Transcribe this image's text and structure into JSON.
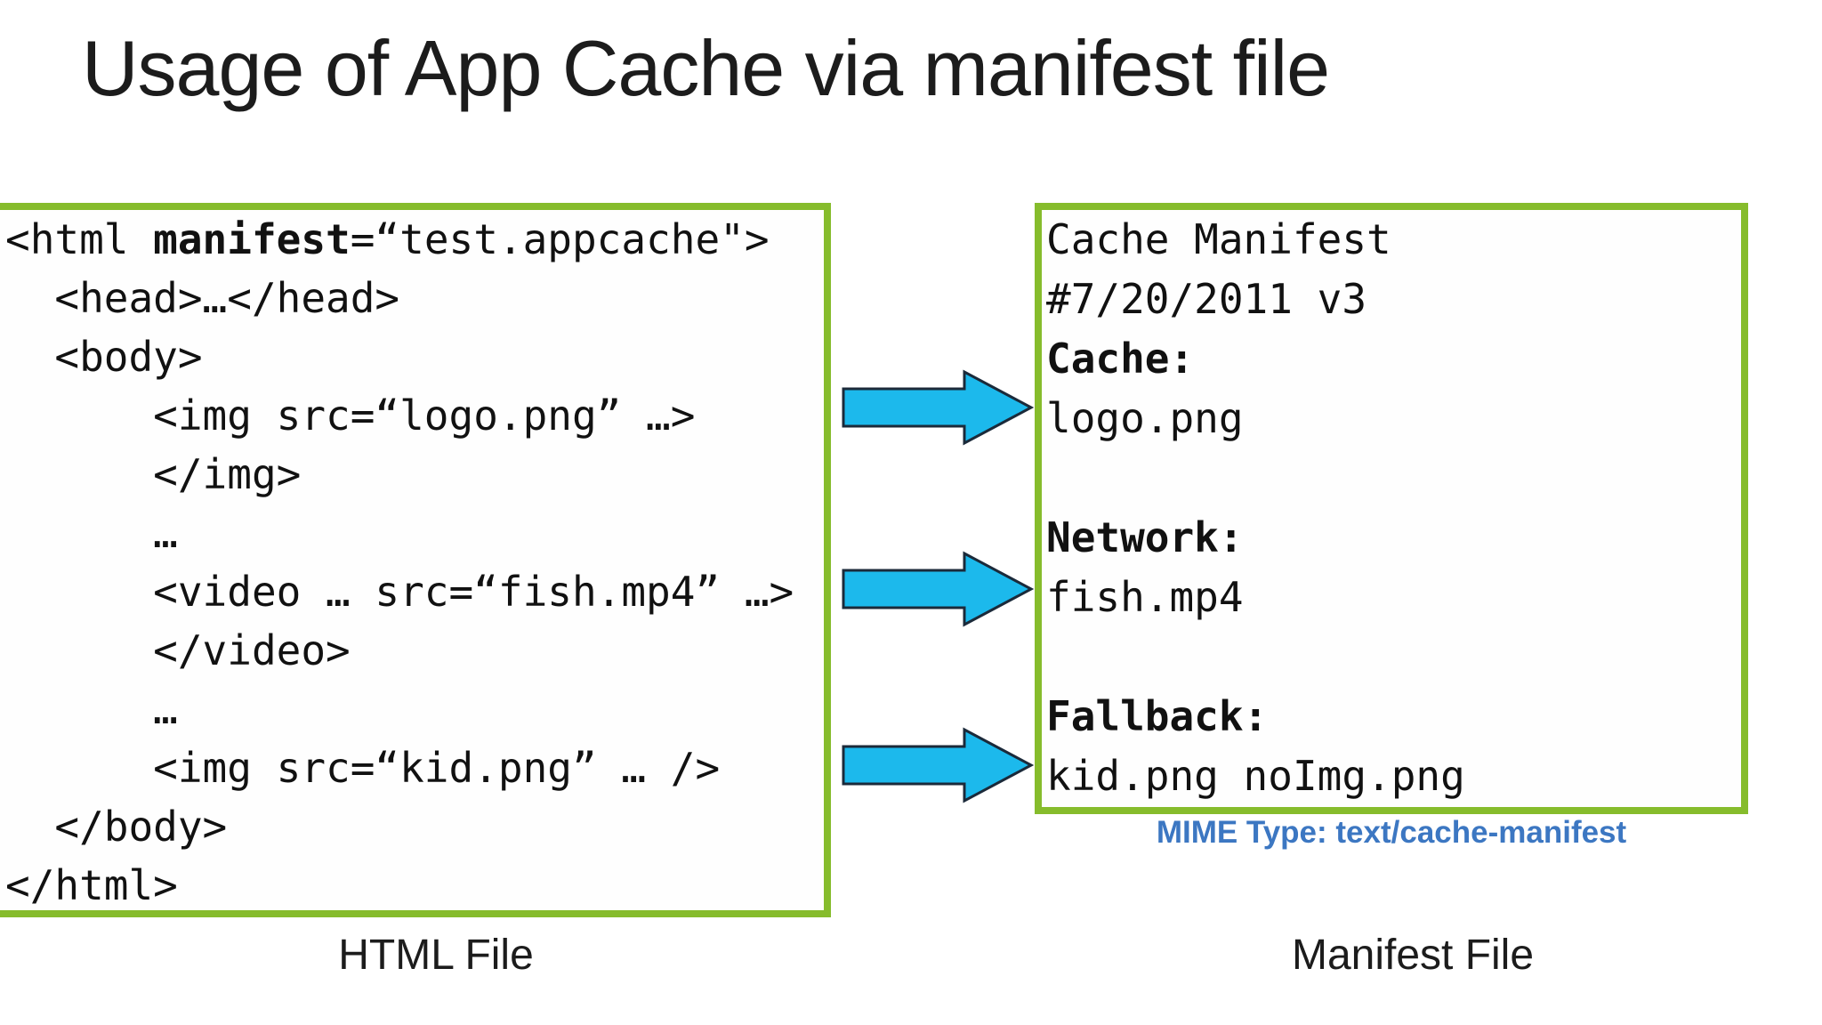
{
  "title": "Usage of App Cache via manifest file",
  "html_box": {
    "label": "HTML File",
    "lines": [
      [
        {
          "t": "<html "
        },
        {
          "t": "manifest",
          "b": 1
        },
        {
          "t": "=“test.appcache\">"
        }
      ],
      [
        {
          "t": "  <head>…</head>"
        }
      ],
      [
        {
          "t": "  <body>"
        }
      ],
      [
        {
          "t": "      <img src=“logo.png” …>"
        }
      ],
      [
        {
          "t": "      </img>"
        }
      ],
      [
        {
          "t": "      …"
        }
      ],
      [
        {
          "t": "      <video … src=“fish.mp4” …>"
        }
      ],
      [
        {
          "t": "      </video>"
        }
      ],
      [
        {
          "t": "      …"
        }
      ],
      [
        {
          "t": "      <img src=“kid.png” … />"
        }
      ],
      [
        {
          "t": "  </body>"
        }
      ],
      [
        {
          "t": "</html>"
        }
      ]
    ]
  },
  "manifest_box": {
    "label": "Manifest File",
    "mime_note": "MIME Type: text/cache-manifest",
    "lines": [
      [
        {
          "t": "Cache Manifest"
        }
      ],
      [
        {
          "t": "#7/20/2011 v3"
        }
      ],
      [
        {
          "t": "Cache:",
          "b": 1
        }
      ],
      [
        {
          "t": "logo.png"
        }
      ],
      [
        {
          "t": " "
        }
      ],
      [
        {
          "t": "Network:",
          "b": 1
        }
      ],
      [
        {
          "t": "fish.mp4"
        }
      ],
      [
        {
          "t": " "
        }
      ],
      [
        {
          "t": "Fallback:",
          "b": 1
        }
      ],
      [
        {
          "t": "kid.png noImg.png"
        }
      ]
    ]
  },
  "arrows": [
    {
      "name": "cache-arrow",
      "maps": "logo.png → Cache section"
    },
    {
      "name": "network-arrow",
      "maps": "fish.mp4 → Network section"
    },
    {
      "name": "fallback-arrow",
      "maps": "kid.png → Fallback section"
    }
  ],
  "colors": {
    "box_border": "#86bc2c",
    "arrow_fill": "#1cb9ec",
    "arrow_outline": "#1b2a3a",
    "mime_blue": "#3c77c2",
    "text": "#161616"
  }
}
